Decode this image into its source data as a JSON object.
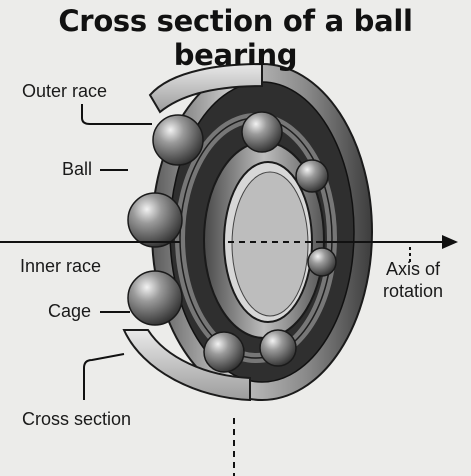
{
  "title": "Cross section of a ball bearing",
  "labels": {
    "outer_race": "Outer race",
    "ball": "Ball",
    "inner_race": "Inner race",
    "cage": "Cage",
    "cross_section": "Cross section",
    "axis_line1": "Axis of",
    "axis_line2": "rotation"
  },
  "colors": {
    "background": "#ececea",
    "text": "#111111",
    "metal_light": "#d6d6d6",
    "metal_dark": "#3a3a3a",
    "ball": "#6b6b6b"
  }
}
